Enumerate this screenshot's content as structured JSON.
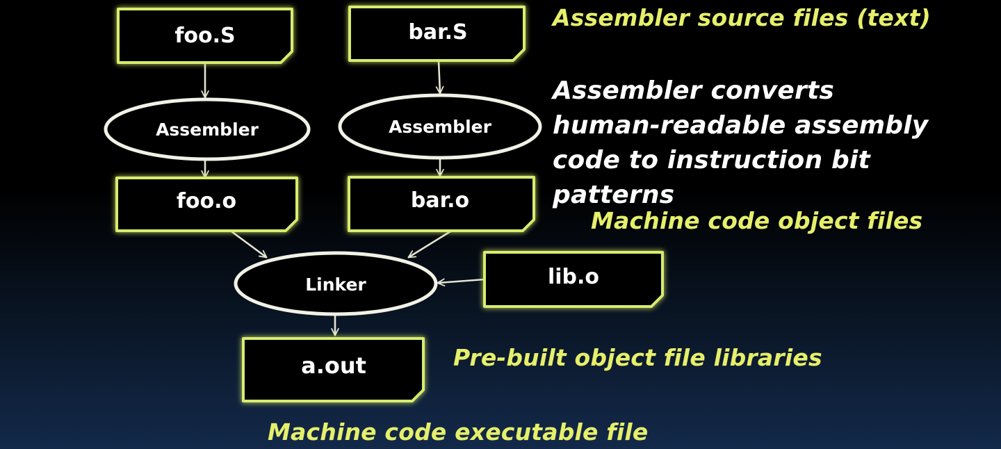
{
  "colors": {
    "accent_yellow": "#e6ef6a",
    "box_border": "#d8ec6e",
    "box_glow": "#b9e24a",
    "ellipse_border": "#f1f1e6",
    "arrow": "#e4e4d0",
    "background_top": "#000000",
    "background_bottom": "#13294a"
  },
  "nodes": {
    "foo_s": "foo.S",
    "bar_s": "bar.S",
    "assembler_1": "Assembler",
    "assembler_2": "Assembler",
    "foo_o": "foo.o",
    "bar_o": "bar.o",
    "linker": "Linker",
    "lib_o": "lib.o",
    "a_out": "a.out"
  },
  "captions": {
    "source_files": "Assembler source files (text)",
    "assembler_description": "Assembler converts human-readable assembly code to instruction bit patterns",
    "object_files": "Machine code object files",
    "libraries": "Pre-built object file libraries",
    "executable": "Machine code executable file"
  }
}
